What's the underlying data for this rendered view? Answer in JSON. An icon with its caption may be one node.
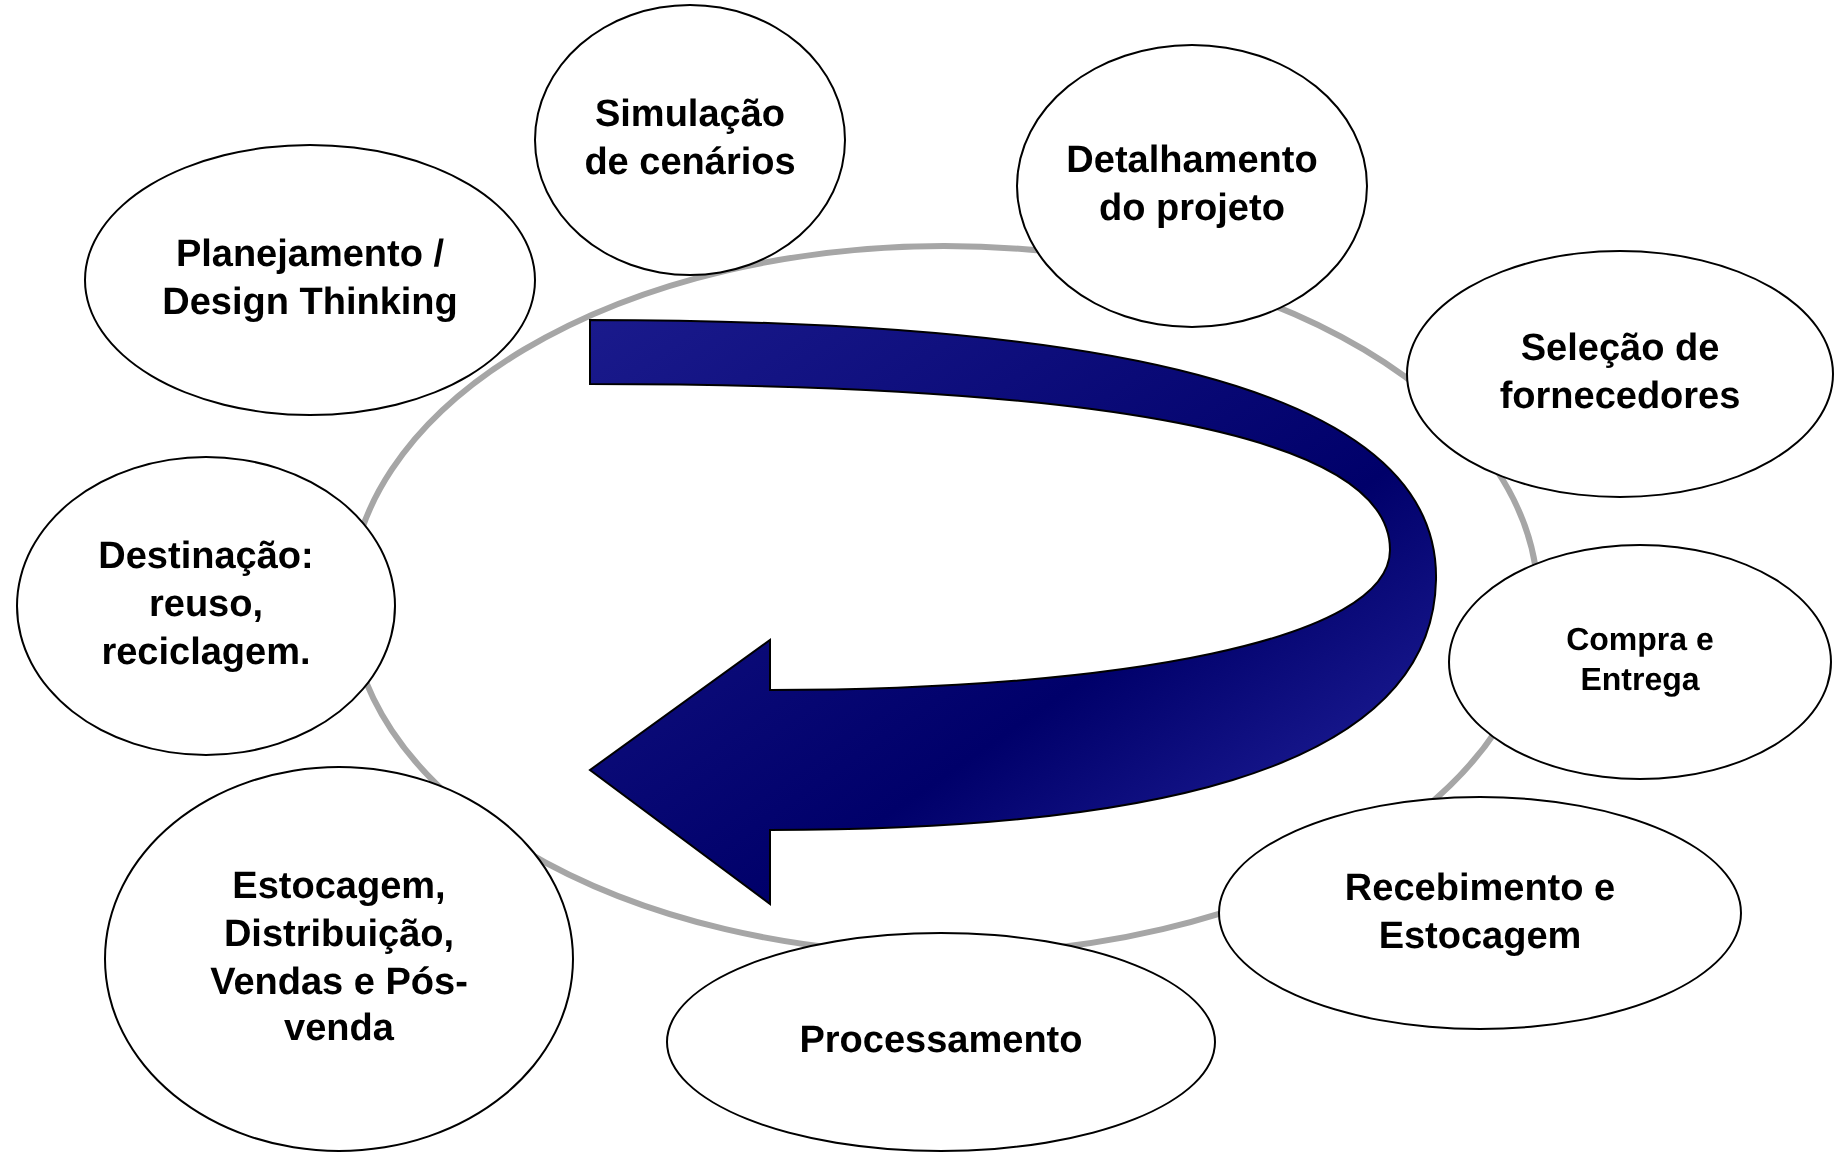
{
  "diagram": {
    "nodes": [
      {
        "text": [
          "Planejamento / Design Thinking"
        ]
      },
      {
        "text": [
          "Simulação de cenários"
        ]
      },
      {
        "text": [
          "Detalhamento do projeto"
        ]
      },
      {
        "text": [
          "Seleção de fornecedores"
        ]
      },
      {
        "text": [
          "Destinação: reuso, reciclagem."
        ]
      },
      {
        "text": [
          "Compra e Entrega"
        ]
      },
      {
        "text": [
          "Recebimento e Estocagem"
        ]
      },
      {
        "text": [
          "Estocagem, Distribuição, Vendas e Pós-venda"
        ]
      },
      {
        "text": [
          "Processamento"
        ]
      }
    ]
  }
}
